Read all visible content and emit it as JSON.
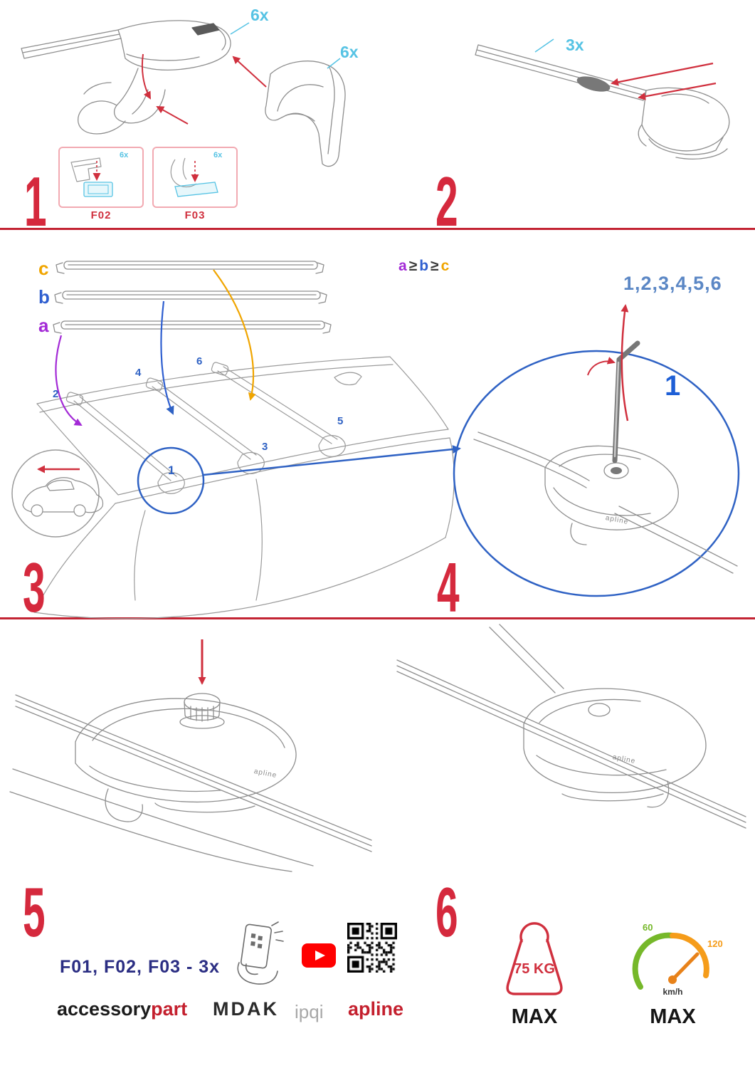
{
  "colors": {
    "red_accent": "#d5293d",
    "divider_red": "#c32433",
    "cyan": "#56c3e4",
    "blue": "#2f62c4",
    "steel_blue": "#5b87c5",
    "purple": "#a32ad6",
    "orange": "#f0a500",
    "navy": "#2b2e83",
    "green": "#76b82a",
    "speed_orange": "#f59c1a",
    "brand_red": "#c4202e",
    "line_gray": "#8e8e8e"
  },
  "step1": {
    "number": "1",
    "qty_cap": "6x",
    "qty_cover": "6x",
    "boxes": [
      {
        "label": "F02",
        "qty": "6x"
      },
      {
        "label": "F03",
        "qty": "6x"
      }
    ]
  },
  "step2": {
    "number": "2",
    "qty": "3x"
  },
  "step3": {
    "number": "3",
    "bar_labels": [
      "c",
      "b",
      "a"
    ],
    "formula": [
      "a",
      "≥",
      "b",
      "≥",
      "c"
    ],
    "positions": [
      "1",
      "2",
      "3",
      "4",
      "5",
      "6"
    ]
  },
  "step4": {
    "number": "4",
    "sequence": "1,2,3,4,5,6",
    "first": "1",
    "foot_logo": "apline"
  },
  "step5": {
    "number": "5",
    "parts": "F01, F02, F03 - 3x",
    "foot_logo": "apline"
  },
  "step6": {
    "number": "6",
    "foot_logo": "apline",
    "weight": {
      "value": "75 KG",
      "max": "MAX"
    },
    "speed": {
      "low": "60",
      "high": "120",
      "unit": "km/h",
      "max": "MAX"
    }
  },
  "brands": {
    "accessory": "accessory",
    "part": "part",
    "mdak": "MDAK",
    "ipqi": "ipqi",
    "apline": "apline"
  }
}
